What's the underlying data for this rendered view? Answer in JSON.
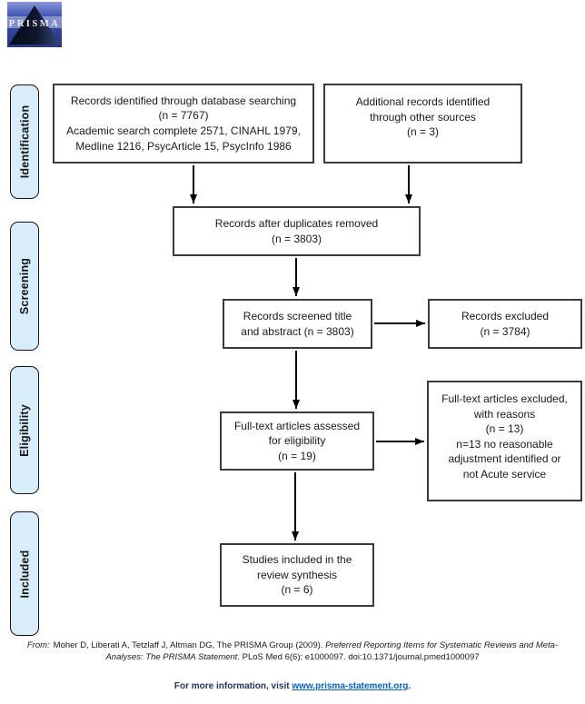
{
  "logo": {
    "text": "PRISMA"
  },
  "stages": [
    {
      "label": "Identification"
    },
    {
      "label": "Screening"
    },
    {
      "label": "Eligibility"
    },
    {
      "label": "Included"
    }
  ],
  "boxes": {
    "db_search": {
      "lines": [
        "Records identified through database searching",
        "(n = 7767)",
        "Academic search complete 2571, CINAHL 1979,",
        "Medline 1216, PsycArticle 15, PsycInfo 1986"
      ]
    },
    "other_sources": {
      "lines": [
        "Additional records identified",
        "through other sources",
        "(n = 3)"
      ]
    },
    "duplicates": {
      "lines": [
        "Records after duplicates removed",
        "(n = 3803)"
      ]
    },
    "screened": {
      "lines": [
        "Records screened title",
        "and abstract (n = 3803)"
      ]
    },
    "records_excluded": {
      "lines": [
        "Records excluded",
        "(n = 3784)"
      ]
    },
    "fulltext": {
      "lines": [
        "Full-text articles assessed",
        "for eligibility",
        "(n = 19)"
      ]
    },
    "fulltext_excluded": {
      "lines": [
        "Full-text articles excluded,",
        "with reasons",
        "(n = 13)",
        "n=13 no reasonable",
        "adjustment identified or",
        "not Acute service"
      ]
    },
    "included": {
      "lines": [
        "Studies included in the",
        "review synthesis",
        "(n = 6)"
      ]
    }
  },
  "footer": {
    "from_label": "From:",
    "cite_part1": "Moher D, Liberati A, Tetzlaff J, Altman DG, The PRISMA Group (2009). ",
    "cite_part2_italic": "Preferred Reporting Items for Systematic Reviews and Meta-",
    "cite_part3_italic": "Analyses: The PRISMA Statement",
    "cite_part4": ". PLoS Med 6(6): e1000097. doi:10.1371/journal.pmed1000097",
    "info_prefix": "For more information, visit ",
    "link_text": "www.prisma-statement.org",
    "info_suffix": "."
  },
  "colors": {
    "stage_fill": "#d8edf9",
    "box_border": "#3b3b3b",
    "arrow": "#000000",
    "link_blue": "#0563c1",
    "info_navy": "#1f3864",
    "logo_blue": "#3a4eae"
  }
}
